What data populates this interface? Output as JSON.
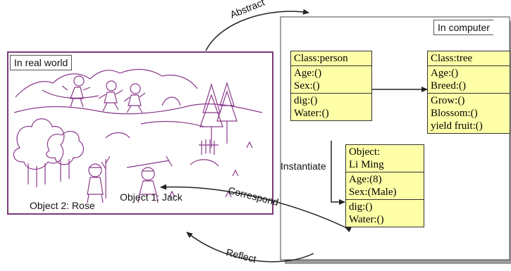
{
  "real_world": {
    "tag": "In real world"
  },
  "computer": {
    "tag": "In computer"
  },
  "classes": [
    {
      "title": "Class:person",
      "attributes": [
        "Age:()",
        "Sex:()"
      ],
      "methods": [
        "dig:()",
        "Water:()"
      ]
    },
    {
      "title": "Class:tree",
      "attributes": [
        "Age:()",
        "Breed:()"
      ],
      "methods": [
        "Grow:()",
        "Blossom:()",
        "yield fruit:()"
      ]
    }
  ],
  "object": {
    "title": [
      "Object:",
      "Li Ming"
    ],
    "attributes": [
      "Age:(8)",
      "Sex:(Male)"
    ],
    "methods": [
      "dig:()",
      "Water:()"
    ]
  },
  "labels": {
    "abstract": "Abstract",
    "instantiate": "Instantiate",
    "correspond": "Correspond",
    "reflect": "Reflect",
    "object1": "Object 1: Jack",
    "object2": "Object 2: Rose"
  },
  "colors": {
    "box_fill": "#ffffa8",
    "panel_border": "#7a3a78",
    "sketch": "#8a3a8a"
  }
}
